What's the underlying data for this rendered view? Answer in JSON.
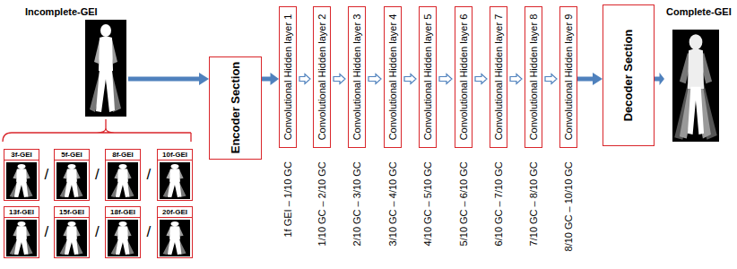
{
  "diagram": {
    "nodes": [
      {
        "text": [
          "Incomplete-GEI"
        ]
      },
      {
        "text": [
          "Encoder Section"
        ]
      },
      {
        "text": [
          "Convolutional Hidden layer 1"
        ]
      },
      {
        "text": [
          "Convolutional Hidden layer 2"
        ]
      },
      {
        "text": [
          "Convolutional Hidden layer 3"
        ]
      },
      {
        "text": [
          "Convolutional Hidden layer 4"
        ]
      },
      {
        "text": [
          "Convolutional Hidden layer 5"
        ]
      },
      {
        "text": [
          "Convolutional Hidden layer 6"
        ]
      },
      {
        "text": [
          "Convolutional Hidden layer 7"
        ]
      },
      {
        "text": [
          "Convolutional Hidden layer 8"
        ]
      },
      {
        "text": [
          "Convolutional Hidden layer 9"
        ]
      },
      {
        "text": [
          "Decoder Section"
        ]
      },
      {
        "text": [
          "Complete-GEI"
        ]
      },
      {
        "text": [
          "3f-GEI"
        ]
      },
      {
        "text": [
          "5f-GEI"
        ]
      },
      {
        "text": [
          "8f-GEI"
        ]
      },
      {
        "text": [
          "10f-GEI"
        ]
      },
      {
        "text": [
          "13f-GEI"
        ]
      },
      {
        "text": [
          "15f-GEI"
        ]
      },
      {
        "text": [
          "18f-GEI"
        ]
      },
      {
        "text": [
          "20f-GEI"
        ]
      }
    ],
    "edges": [
      {
        "from": 0,
        "to": 1,
        "arrow": "to"
      },
      {
        "from": 1,
        "to": 2,
        "arrow": "to"
      },
      {
        "from": 2,
        "to": 3,
        "arrow": "to"
      },
      {
        "from": 3,
        "to": 4,
        "arrow": "to"
      },
      {
        "from": 4,
        "to": 5,
        "arrow": "to"
      },
      {
        "from": 5,
        "to": 6,
        "arrow": "to"
      },
      {
        "from": 6,
        "to": 7,
        "arrow": "to"
      },
      {
        "from": 7,
        "to": 8,
        "arrow": "to"
      },
      {
        "from": 8,
        "to": 9,
        "arrow": "to"
      },
      {
        "from": 9,
        "to": 10,
        "arrow": "to"
      },
      {
        "from": 10,
        "to": 11,
        "arrow": "to"
      },
      {
        "from": 11,
        "to": 12,
        "arrow": "to"
      }
    ],
    "labels": [
      "1f GEI – 1/10 GC",
      "1/10 GC – 2/10 GC",
      "2/10 GC – 3/10 GC",
      "3/10 GC – 4/10 GC",
      "4/10 GC – 5/10 GC",
      "5/10 GC – 6/10 GC",
      "6/10 GC – 7/10 GC",
      "7/10 GC – 8/10 GC",
      "8/10 GC – 10/10 GC",
      "/",
      "/",
      "/",
      "/",
      "/",
      "/"
    ]
  }
}
